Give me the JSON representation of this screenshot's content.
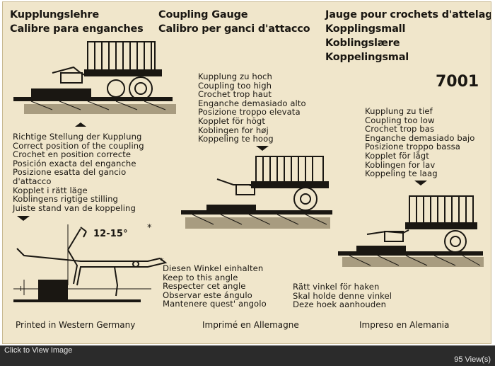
{
  "headers": {
    "col1": [
      "Kupplungslehre",
      "Calibre para enganches"
    ],
    "col2": [
      "Coupling Gauge",
      "Calibro per ganci d'attacco"
    ],
    "col3": [
      "Jauge pour crochets d'attelage",
      "Kopplingsmall",
      "Koblingslære",
      "Koppelingsmal"
    ]
  },
  "model_number": "7001",
  "correct_position": [
    "Richtige Stellung der Kupplung",
    "Correct position of the coupling",
    "Crochet en position correcte",
    "Posición exacta del enganche",
    "Posizione esatta del gancio",
    "  d'attacco",
    "Kopplet i rätt läge",
    "Koblingens rigtige stilling",
    "Juiste stand van de koppeling"
  ],
  "too_high": [
    "Kupplung zu hoch",
    "Coupling too high",
    "Crochet trop haut",
    "Enganche demasiado alto",
    "Posizione troppo elevata",
    "Kopplet för högt",
    "Koblingen for høj",
    "Koppeling te hoog"
  ],
  "too_low": [
    "Kupplung zu tief",
    "Coupling too low",
    "Crochet trop bas",
    "Enganche demasiado bajo",
    "Posizione troppo bassa",
    "Kopplet för lågt",
    "Koblingen for lav",
    "Koppeling te laag"
  ],
  "angle_label": "12-15°",
  "asterisk": "*",
  "angle_note_left": [
    "Diesen Winkel einhalten",
    "Keep to this angle",
    "Respecter cet angle",
    "Observar este ángulo",
    "Mantenere quest' angolo"
  ],
  "angle_note_right": [
    "Rätt vinkel för haken",
    "Skal holde denne vinkel",
    "Deze hoek aanhouden"
  ],
  "printed": {
    "de": "Printed in Western Germany",
    "fr": "Imprimé en Allemagne",
    "es": "Impreso en Alemania"
  },
  "footer": {
    "click_label": "Click to View Image",
    "views": "95 View(s)"
  },
  "colors": {
    "paper": "#f0e6cb",
    "ink": "#1a1712",
    "footer_bg": "#2b2b2b"
  }
}
